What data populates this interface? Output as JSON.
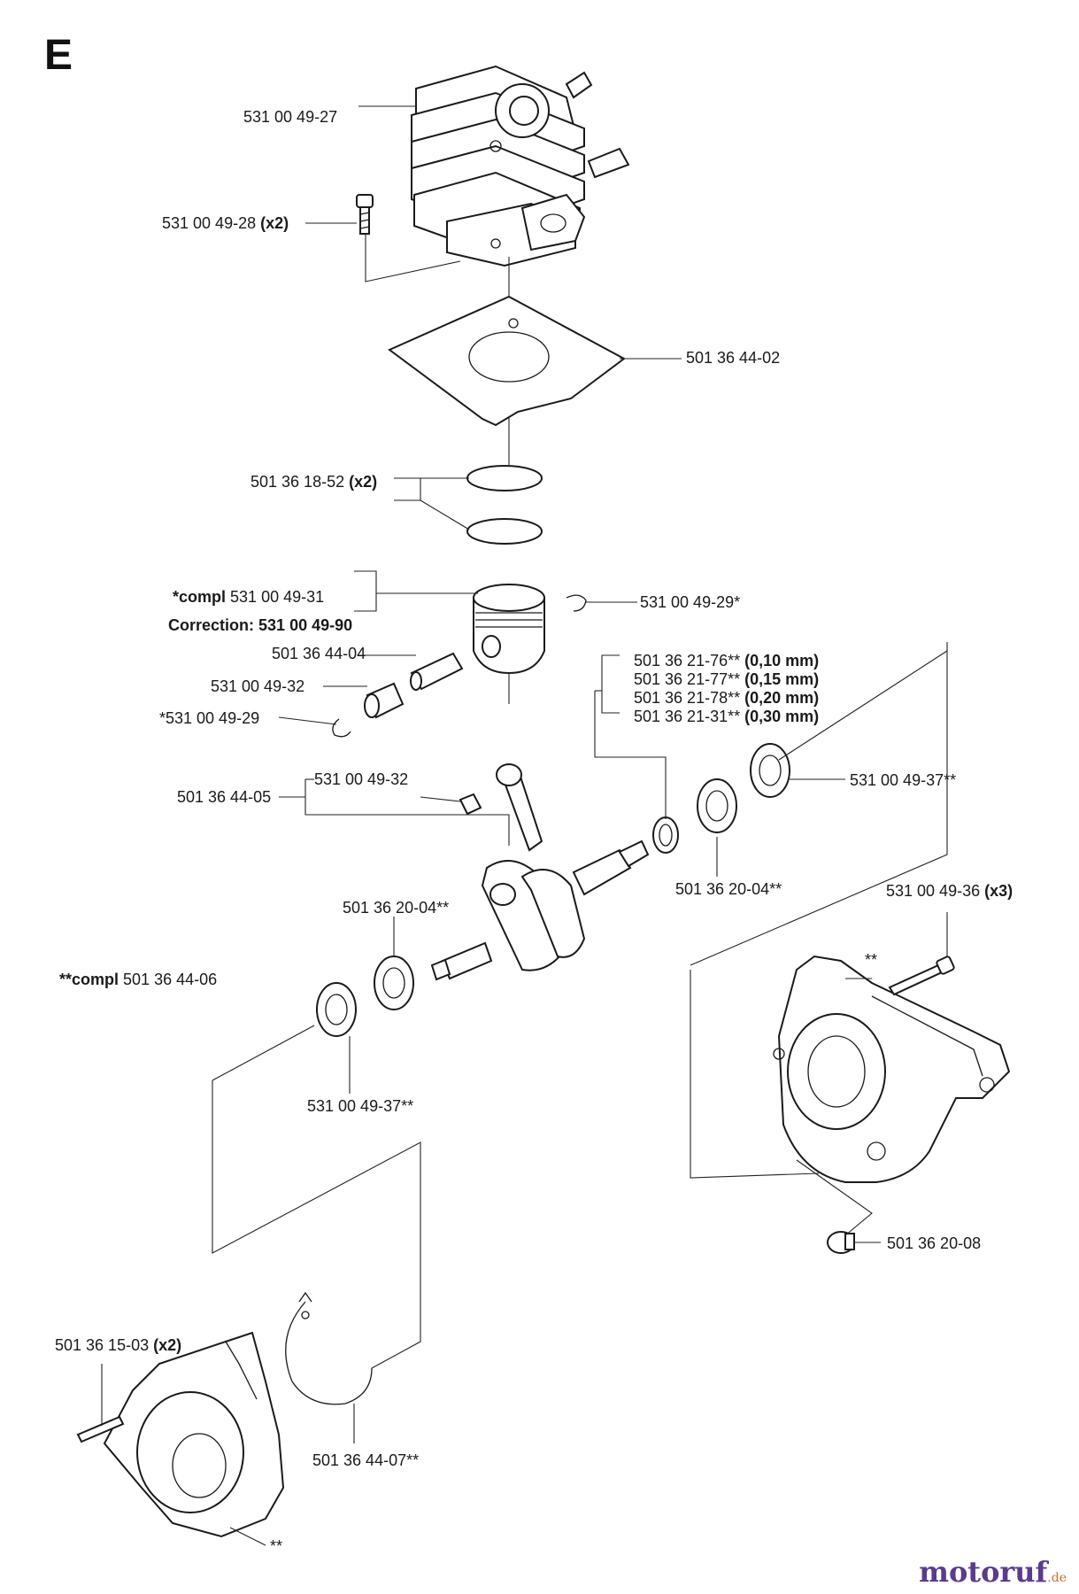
{
  "section_letter": "E",
  "labels": {
    "p1": "531 00 49-27",
    "p2": "531 00 49-28",
    "p2_qty": "(x2)",
    "p3": "501 36 44-02",
    "p4": "501 36 18-52",
    "p4_qty": "(x2)",
    "p5_prefix": "*compl",
    "p5": "531 00 49-31",
    "correction_prefix": "Correction:",
    "correction": "531 00 49-90",
    "p6": "531 00 49-29*",
    "p7": "501 36 44-04",
    "p8": "531 00 49-32",
    "p9": "*531 00 49-29",
    "shim1": "501 36 21-76**",
    "shim1_size": "(0,10 mm)",
    "shim2": "501 36 21-77**",
    "shim2_size": "(0,15 mm)",
    "shim3": "501 36 21-78**",
    "shim3_size": "(0,20 mm)",
    "shim4": "501 36 21-31**",
    "shim4_size": "(0,30 mm)",
    "p10": "531 00 49-37**",
    "p11": "501 36 44-05",
    "p12": "531 00 49-32",
    "p13": "501 36 20-04**",
    "p14": "501 36 20-04**",
    "p15": "531 00 49-36",
    "p15_qty": "(x3)",
    "star_marker": "**",
    "p16_prefix": "**compl",
    "p16": "501 36 44-06",
    "p17": "531 00 49-37**",
    "p18": "501 36 20-08",
    "p19": "501 36 15-03",
    "p19_qty": "(x2)",
    "p20": "501 36 44-07**",
    "star_marker2": "**"
  },
  "watermark": {
    "text": "motoruf",
    "suffix": ".de"
  }
}
